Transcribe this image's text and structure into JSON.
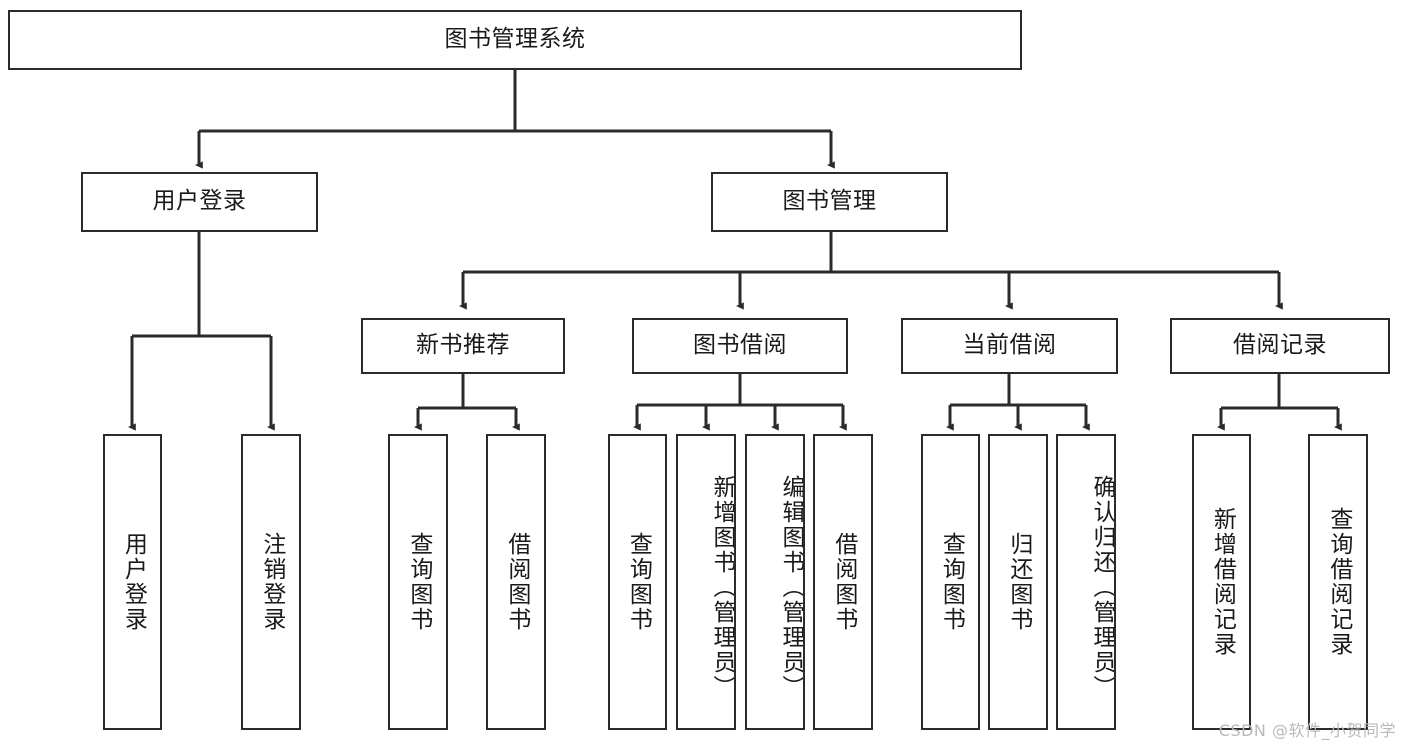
{
  "diagram": {
    "type": "tree-hierarchy",
    "title": "图书管理系统",
    "colors": {
      "stroke": "#2b2b2b",
      "fill": "#ffffff",
      "text": "#1a1a1a",
      "watermark": "#b9b9b9"
    },
    "root": {
      "label": "图书管理系统"
    },
    "level2": [
      {
        "label": "用户登录"
      },
      {
        "label": "图书管理"
      }
    ],
    "level3": [
      {
        "label": "新书推荐"
      },
      {
        "label": "图书借阅"
      },
      {
        "label": "当前借阅"
      },
      {
        "label": "借阅记录"
      }
    ],
    "leaves": {
      "user_login": [
        {
          "label": "用户登录"
        },
        {
          "label": "注销登录"
        }
      ],
      "new_book_recommend": [
        {
          "label": "查询图书"
        },
        {
          "label": "借阅图书"
        }
      ],
      "book_borrow": [
        {
          "label": "查询图书"
        },
        {
          "label": "新增图书（管理员）"
        },
        {
          "label": "编辑图书（管理员）"
        },
        {
          "label": "借阅图书"
        }
      ],
      "current_borrow": [
        {
          "label": "查询图书"
        },
        {
          "label": "归还图书"
        },
        {
          "label": "确认归还（管理员）"
        }
      ],
      "borrow_records": [
        {
          "label": "新增借阅记录"
        },
        {
          "label": "查询借阅记录"
        }
      ]
    },
    "watermark": "CSDN @软件_小贺同学"
  }
}
